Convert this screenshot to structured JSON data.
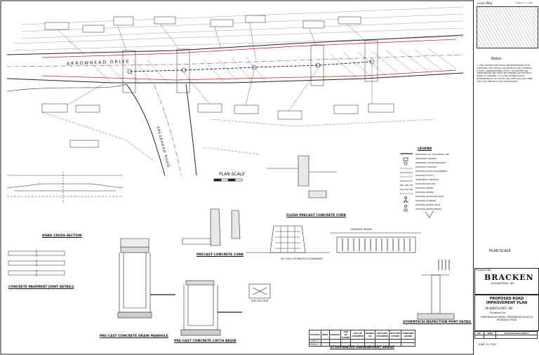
{
  "sheet": {
    "locus_title": "Locus Map",
    "scale_top": "Scale: 1\" = 300'",
    "notes_title": "Notes",
    "notes_text": "1. THE CONTRACTOR SHALL BE RESPONSIBLE FOR VERIFYING THE ACTUAL LOCATION OF ANY EXISTING UTILITY. UNDERGROUND UTILITY LOCATIONS ARE APPROXIMATE AND MUST BE VERIFIED IN THE FIELD PRIOR TO DIGGING. IT IS THE CONTRACTOR'S RESPONSIBILITY TO NOTIFY DIG SAFE (811 OR 1-888-344-7233) PRIOR TO ANY EXCAVATION.",
    "road_name": "ARROWHEAD DRIVE",
    "side_road": "SPEARHEAD ROAD",
    "plan_scale": "PLAN SCALE",
    "plan_scale_right": "PLAN SCALE",
    "legend_title": "LEGEND",
    "legend_items": [
      "PROPOSED 10\" ADS DRAIN LINE",
      "PROPOSED CB/DMH",
      "PROPOSED DRAIN MANHOLE",
      "EXISTING CONTOUR",
      "EXISTING EDGE OF PAVEMENT",
      "EXISTING UTILITY",
      "PROPOSED CONTOUR",
      "EXISTING ELECTRIC",
      "EXISTING WATER",
      "EXISTING SEWER",
      "EXISTING WATER SHUTOFF",
      "EXISTING HYDRANT",
      "EXISTING WATER VALVE",
      "EXISTING WATER METER"
    ],
    "details": {
      "road_section": "ROAD CROSS-SECTION",
      "pavement_joint": "CONCRETE PAVEMENT JOINT DETAILS",
      "drain_manhole": "PRE-CAST CONCRETE DRAIN MANHOLE",
      "precast_curb": "PRECAST CONCRETE CURB",
      "catch_basin": "PRE-CAST CONCRETE CATCH BASIN",
      "flush_curb": "FLUSH PRECAST CONCRETE CURB",
      "stormwater": "STORMWATER MANAGEMENT AREAS",
      "inspection_port": "STORMTECH INSPECTION PORT DETAIL",
      "chamber": "MC-3500 STORMTECH CHAMBERS",
      "finished_grade": "FINISHED GRADE",
      "end_section": "END SECTION"
    },
    "firm": {
      "prepared_by": "Prepared By:",
      "name": "BRACKEN",
      "sub": "ENGINEERING, INC."
    },
    "project": {
      "title": "PROPOSED ROAD IMPROVEMENT PLAN",
      "town": "IN NANTUCKET, MA",
      "prepared_for": "Prepared For:",
      "roads": "ARROWHEAD DRIVE, SPEARHEAD ROAD & HINSDALE ROAD"
    },
    "stormwater_headers": [
      "SYSTEM",
      "AREA",
      "LENGTH",
      "TOP OF STONE",
      "TOP OF CHAMBER",
      "INVERT IN",
      "BOTTOM CHAMBER",
      "BOTTOM STONE",
      "FINISHED GRADE"
    ],
    "stormwater_rows": [
      [
        "SWMA 1",
        "",
        "",
        "",
        "",
        "",
        "",
        "",
        ""
      ],
      [
        "SWMA 2",
        "",
        "",
        "",
        "",
        "",
        "",
        "",
        ""
      ]
    ],
    "revision_headers": [
      "No.",
      "Date",
      "Revision Description"
    ],
    "date": "JUNE 13, 2022",
    "colors": {
      "ink": "#222222",
      "red": "#d02020",
      "highlight": "#ffd6d6"
    }
  }
}
